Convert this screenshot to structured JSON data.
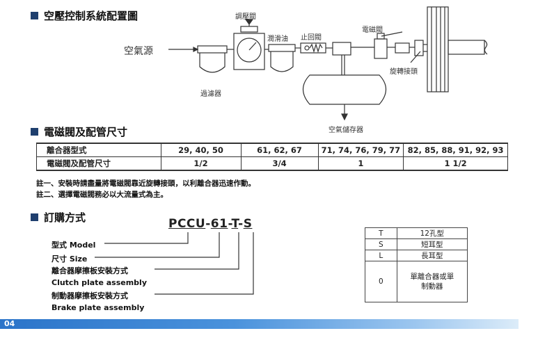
{
  "sections": {
    "system_title": "空壓控制系統配置圖",
    "valve_title": "電磁閥及配管尺寸",
    "order_title": "訂購方式"
  },
  "diagram": {
    "air_source": "空氣源",
    "regulator": "調壓閥",
    "lubricator": "潤滑油",
    "check_valve": "止回閥",
    "solenoid_valve": "電磁閥",
    "rotary_joint": "旋轉接頭",
    "filter": "過濾器",
    "air_tank": "空氣儲存器"
  },
  "spec_table": {
    "rows": [
      [
        "離合器型式",
        "29, 40, 50",
        "61, 62, 67",
        "71, 74, 76, 79, 77",
        "82, 85, 88, 91, 92, 93"
      ],
      [
        "電磁閥及配管尺寸",
        "1/2",
        "3/4",
        "1",
        "1  1/2"
      ]
    ]
  },
  "notes": [
    "註一、安裝時請盡量將電磁閥靠近旋轉接頭，以利離合器迅速作動。",
    "註二、選擇電磁閥務必以大流量式為主。"
  ],
  "order": {
    "code_parts": [
      "PCCU",
      "-",
      "61",
      "-",
      "T",
      "-",
      "S"
    ],
    "labels": [
      "型式 Model",
      "尺寸 Size",
      "離合器摩擦板安裝方式",
      "Clutch plate assembly",
      "制動器摩擦板安裝方式",
      "Brake plate assembly"
    ]
  },
  "option_table": [
    {
      "code": "T",
      "desc": "12孔型"
    },
    {
      "code": "S",
      "desc": "短耳型"
    },
    {
      "code": "L",
      "desc": "長耳型"
    },
    {
      "code": "0",
      "desc": "單離合器或單制動器"
    }
  ],
  "page_number": "04"
}
